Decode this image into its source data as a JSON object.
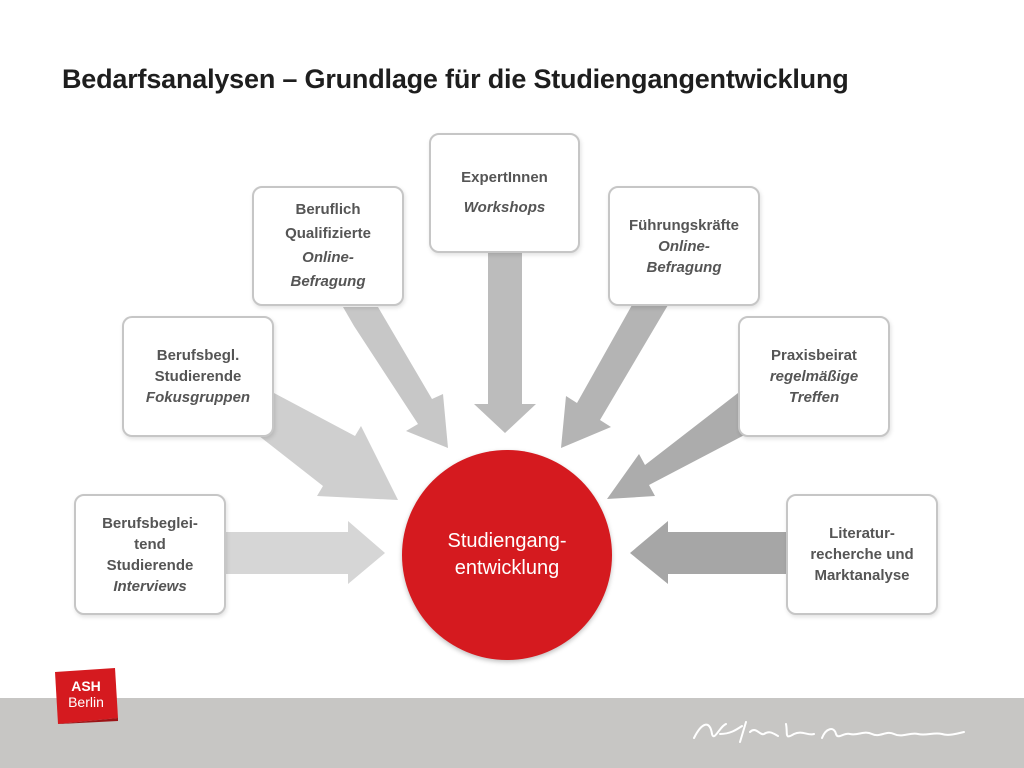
{
  "title": "Bedarfsanalysen – Grundlage für die Studiengangentwicklung",
  "center": {
    "line1": "Studiengang-",
    "line2": "entwicklung"
  },
  "boxes": {
    "expertinnen": {
      "l1": "ExpertInnen",
      "l2": "Workshops"
    },
    "beruflich": {
      "l1": "Beruflich",
      "l2": "Qualifizierte",
      "l3": "Online-",
      "l4": "Befragung"
    },
    "fuehrung": {
      "l1": "Führungskräfte",
      "l2": "Online-",
      "l3": "Befragung"
    },
    "berufsbegl": {
      "l1": "Berufsbegl.",
      "l2": "Studierende",
      "l3": "Fokusgruppen"
    },
    "praxisbeirat": {
      "l1": "Praxisbeirat",
      "l2": "regelmäßige",
      "l3": "Treffen"
    },
    "berufsbegleitend": {
      "l1": "Berufsbeglei-",
      "l2": "tend",
      "l3": "Studierende",
      "l4": "Interviews"
    },
    "literatur": {
      "l1": "Literatur-",
      "l2": "recherche und",
      "l3": "Marktanalyse"
    }
  },
  "logo": {
    "line1": "ASH",
    "line2": "Berlin"
  },
  "colors": {
    "accent": "#d51a1f",
    "arrow_gray": "#bfbfbf",
    "footer": "#c7c6c4"
  }
}
